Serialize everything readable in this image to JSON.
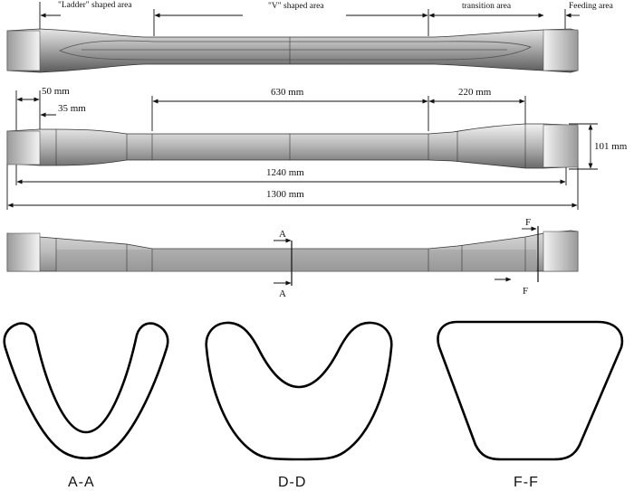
{
  "top_view": {
    "regions": {
      "ladder": "\"Ladder\" shaped area",
      "v_shape": "\"V\" shaped area",
      "transition": "transition area",
      "feeding": "Feeding area"
    }
  },
  "dimensions": {
    "d50": "50 mm",
    "d35": "35 mm",
    "d630": "630 mm",
    "d220": "220 mm",
    "d101": "101 mm",
    "d1240": "1240 mm",
    "d1300": "1300 mm"
  },
  "side_view": {
    "cut_a_top": "A",
    "cut_a_bottom": "A",
    "cut_f_top": "F",
    "cut_f_bottom": "F"
  },
  "sections": {
    "aa": "A-A",
    "dd": "D-D",
    "ff": "F-F"
  }
}
